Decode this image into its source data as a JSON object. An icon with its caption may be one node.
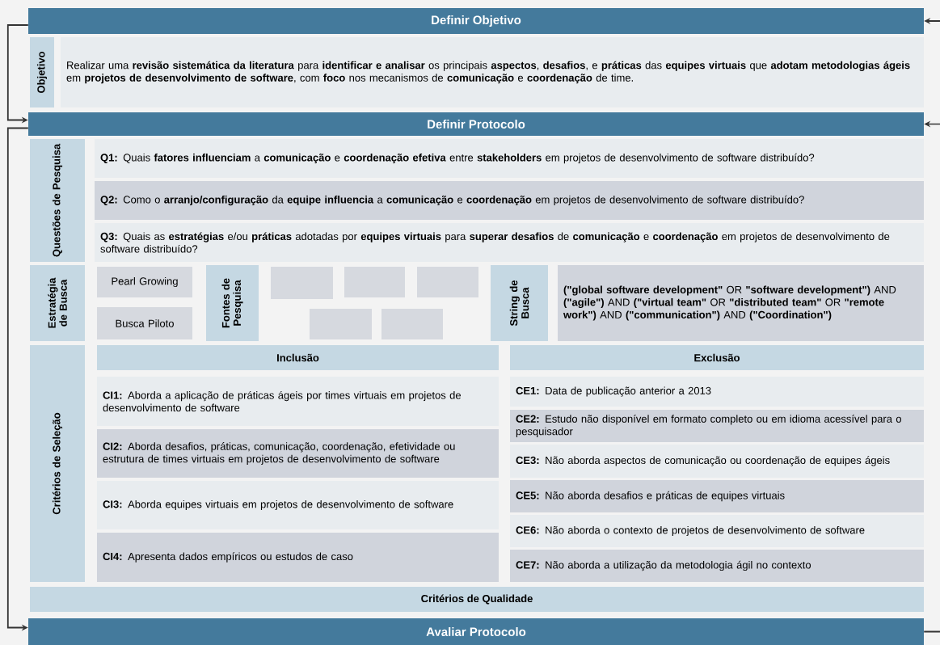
{
  "diagram": {
    "nodes": [
      {
        "text": [
          "Definir Objetivo"
        ]
      },
      {
        "text": [
          "Objetivo"
        ]
      },
      {
        "text": [
          "Realizar uma **revisão sistemática da literatura** para **identificar e analisar** os principais **aspectos**, **desafios**, e **práticas** das **equipes virtuais** que **adotam metodologias ágeis** em **projetos de desenvolvimento de software**, com **foco** nos mecanismos de **comunicação** e **coordenação** de time."
        ]
      },
      {
        "text": [
          "Definir Protocolo"
        ]
      },
      {
        "text": [
          "Questões de Pesquisa"
        ]
      },
      {
        "text": [
          "**Q1:** Quais **fatores influenciam** a **comunicação** e **coordenação efetiva** entre **stakeholders** em projetos de desenvolvimento de software distribuído?"
        ]
      },
      {
        "text": [
          "**Q2:** Como o **arranjo/configuração** da **equipe influencia** a **comunicação** e **coordenação** em projetos de desenvolvimento de software distribuído?"
        ]
      },
      {
        "text": [
          "**Q3:** Quais as **estratégias** e/ou **práticas** adotadas por **equipes virtuais** para **superar desafios** de **comunicação** e **coordenação** em projetos de desenvolvimento de software distribuído?"
        ]
      },
      {
        "text": [
          "Estratégia de Busca"
        ]
      },
      {
        "text": [
          "Pearl Growing"
        ]
      },
      {
        "text": [
          "Busca Piloto"
        ]
      },
      {
        "text": [
          "Fontes de Pesquisa"
        ]
      },
      {
        "text": [],
        "shape": "box"
      },
      {
        "text": [],
        "shape": "box"
      },
      {
        "text": [],
        "shape": "box"
      },
      {
        "text": [],
        "shape": "box"
      },
      {
        "text": [],
        "shape": "box"
      },
      {
        "text": [
          "String de Busca"
        ]
      },
      {
        "text": [
          "**(\"global software development\"** OR **\"software development\")** AND **(\"agile\")** AND **(\"virtual team\"** OR **\"distributed team\"** OR **\"remote work\")** AND **(\"communication\")** AND **(\"Coordination\")**"
        ]
      },
      {
        "text": [
          "Critérios de Seleção"
        ]
      },
      {
        "text": [
          "Inclusão"
        ]
      },
      {
        "text": [
          "**CI1:** Aborda a aplicação de práticas ágeis por times virtuais em projetos de desenvolvimento de software"
        ]
      },
      {
        "text": [
          "**CI2:** Aborda desafios, práticas, comunicação, coordenação, efetividade ou estrutura de times virtuais em projetos de desenvolvimento de software"
        ]
      },
      {
        "text": [
          "**CI3:** Aborda equipes virtuais em projetos de desenvolvimento de software"
        ]
      },
      {
        "text": [
          "**CI4:** Apresenta dados empíricos ou estudos de caso"
        ]
      },
      {
        "text": [
          "Exclusão"
        ]
      },
      {
        "text": [
          "**CE1:** Data de publicação anterior a 2013"
        ]
      },
      {
        "text": [
          "**CE2:** Estudo não disponível em formato completo ou em idioma acessível para o pesquisador"
        ]
      },
      {
        "text": [
          "**CE3:** Não aborda aspectos de comunicação ou coordenação de equipes ágeis"
        ]
      },
      {
        "text": [
          "**CE5:** Não aborda desafios e práticas de equipes virtuais"
        ]
      },
      {
        "text": [
          "**CE6:** Não aborda o contexto de projetos de desenvolvimento de software"
        ]
      },
      {
        "text": [
          "**CE7:** Não aborda a utilização da metodologia ágil no contexto"
        ]
      },
      {
        "text": [
          "Critérios de Qualidade"
        ]
      },
      {
        "text": [
          "Avaliar Protocolo"
        ]
      }
    ],
    "edges": [
      {
        "from": 0,
        "to": 3,
        "arrow": "to"
      },
      {
        "from": 3,
        "to": 33,
        "arrow": "to"
      },
      {
        "from": null,
        "to": 0,
        "arrow": "to"
      },
      {
        "from": null,
        "to": 3,
        "arrow": "to"
      },
      {
        "from": 33,
        "to": null,
        "arrow": "none"
      }
    ]
  }
}
